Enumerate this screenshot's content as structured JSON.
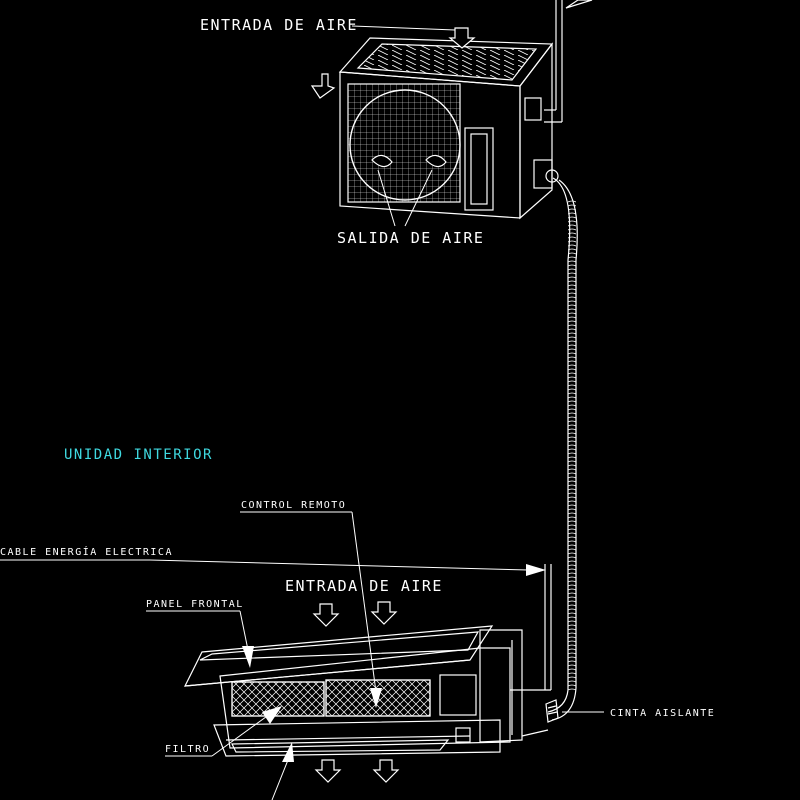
{
  "labels": {
    "entrada_aire_top": "ENTRADA DE AIRE",
    "salida_aire": "SALIDA DE AIRE",
    "unidad_interior": "UNIDAD INTERIOR",
    "control_remoto": "CONTROL REMOTO",
    "cable_energia": "CABLE ENERGÍA ELECTRICA",
    "entrada_aire_bottom": "ENTRADA DE AIRE",
    "panel_frontal": "PANEL FRONTAL",
    "cinta_aislante": "CINTA AISLANTE",
    "filtro": "FILTRO"
  },
  "colors": {
    "background": "#000000",
    "line": "#ffffff",
    "accent_label": "#3fd9e0"
  }
}
